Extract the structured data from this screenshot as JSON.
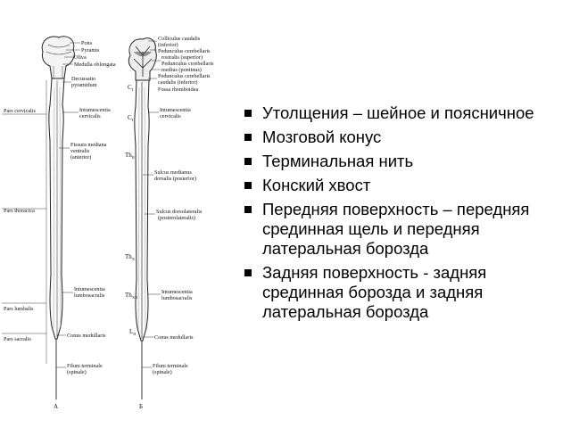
{
  "bullets": [
    "Утолщения – шейное и поясничное",
    "Мозговой конус",
    "Терминальная нить",
    "Конский хвост",
    "Передняя поверхность – передняя срединная щель и передняя латеральная борозда",
    "Задняя поверхность - задняя срединная борозда и задняя латеральная борозда"
  ],
  "figure": {
    "left": {
      "pons": "Pons",
      "pyramis": "Pyramis",
      "oliva": "Oliva",
      "medulla": "Medulla oblongata",
      "decussatio1": "Decussatio",
      "decussatio2": "pyramidum",
      "pars_cervicalis": "Pars cervicalis",
      "intum_cerv1": "Intumescentia",
      "intum_cerv2": "cervicalis",
      "fissura1": "Fissura mediana",
      "fissura2": "ventralis",
      "fissura3": "(anterior)",
      "pars_thoracica": "Pars thoracica",
      "pars_lumbalis": "Pars lumbalis",
      "intum_lumb1": "Intumescentia",
      "intum_lumb2": "lumbosacralis",
      "pars_sacralis": "Pars sacralis",
      "conus": "Conus medullaris",
      "filum1": "Filum terminale",
      "filum2": "(spinale)",
      "letter": "А"
    },
    "right": {
      "colliculus1": "Colliculus caudalis",
      "colliculus2": "(inferior)",
      "ped_rostr1": "Pedunculus cerebellaris",
      "ped_rostr2": "rostralis (superior)",
      "ped_med1": "Pedunculus cerebellaris",
      "ped_med2": "medius (pontinus)",
      "ped_caud1": "Pedunculus cerebellaris",
      "ped_caud2": "caudalis (inferior)",
      "fossa": "Fossa rhomboidea",
      "c1": "C",
      "c1_sub": "I",
      "intum_cerv1": "Intumescentia",
      "intum_cerv2": "cervicalis",
      "c7": "C",
      "c7_sub": "I",
      "th2": "Th",
      "th2_sub": "II",
      "sulcus_med1": "Sulcus medianus",
      "sulcus_med2": "dorsalis (posterior)",
      "sulcus_dl1": "Sulcus dorsolateralis",
      "sulcus_dl2": "(posterolateralis)",
      "th9": "Th",
      "th9_sub": "X",
      "th12": "Th",
      "th12_sub": "XII",
      "intum_lumb1": "Intumescentia",
      "intum_lumb2": "lumbosacralis",
      "l2": "L",
      "l2_sub": "II",
      "conus": "Conus medullaris",
      "filum1": "Filum terminale",
      "filum2": "(spinale)",
      "letter": "Б"
    }
  }
}
